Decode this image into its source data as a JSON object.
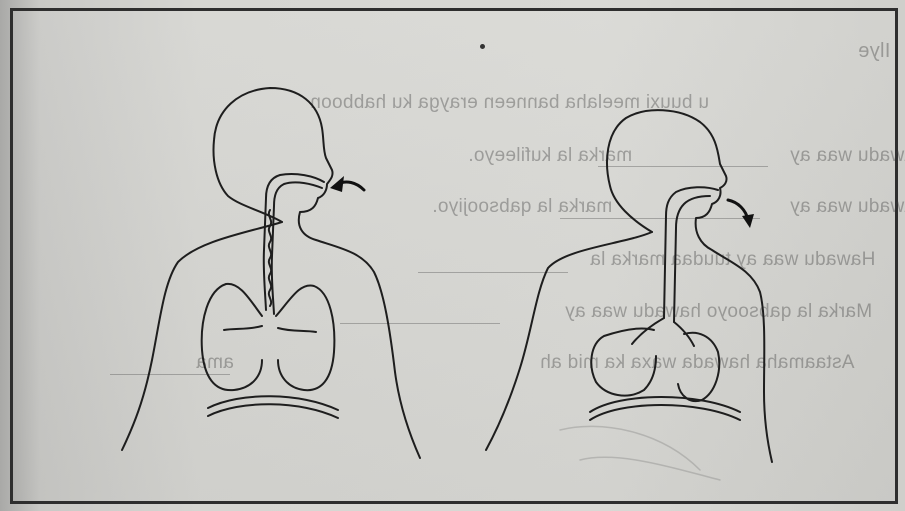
{
  "bleed_through": {
    "heading_fragment": "Ilye",
    "instruction": "u buuxi meelaha banneen erayga ku habboon",
    "lines": [
      {
        "left": "Hawadu waa ay",
        "right": "marka la kufileeyo."
      },
      {
        "left": "Hawadu waa ay",
        "right": "marka la qabsoojiyo."
      },
      {
        "left": "Hawadu waa ay tuudaa marka la",
        "right": ""
      },
      {
        "left": "Marka la qabsooyo hawadu waa ay",
        "right": ""
      },
      {
        "left": "Astaamaha hawada waxa ka mid ah",
        "right": "ama"
      }
    ]
  },
  "figures": {
    "left": {
      "label": "inhalation-figure",
      "arrow_direction": "in"
    },
    "right": {
      "label": "exhalation-figure",
      "arrow_direction": "out"
    }
  }
}
